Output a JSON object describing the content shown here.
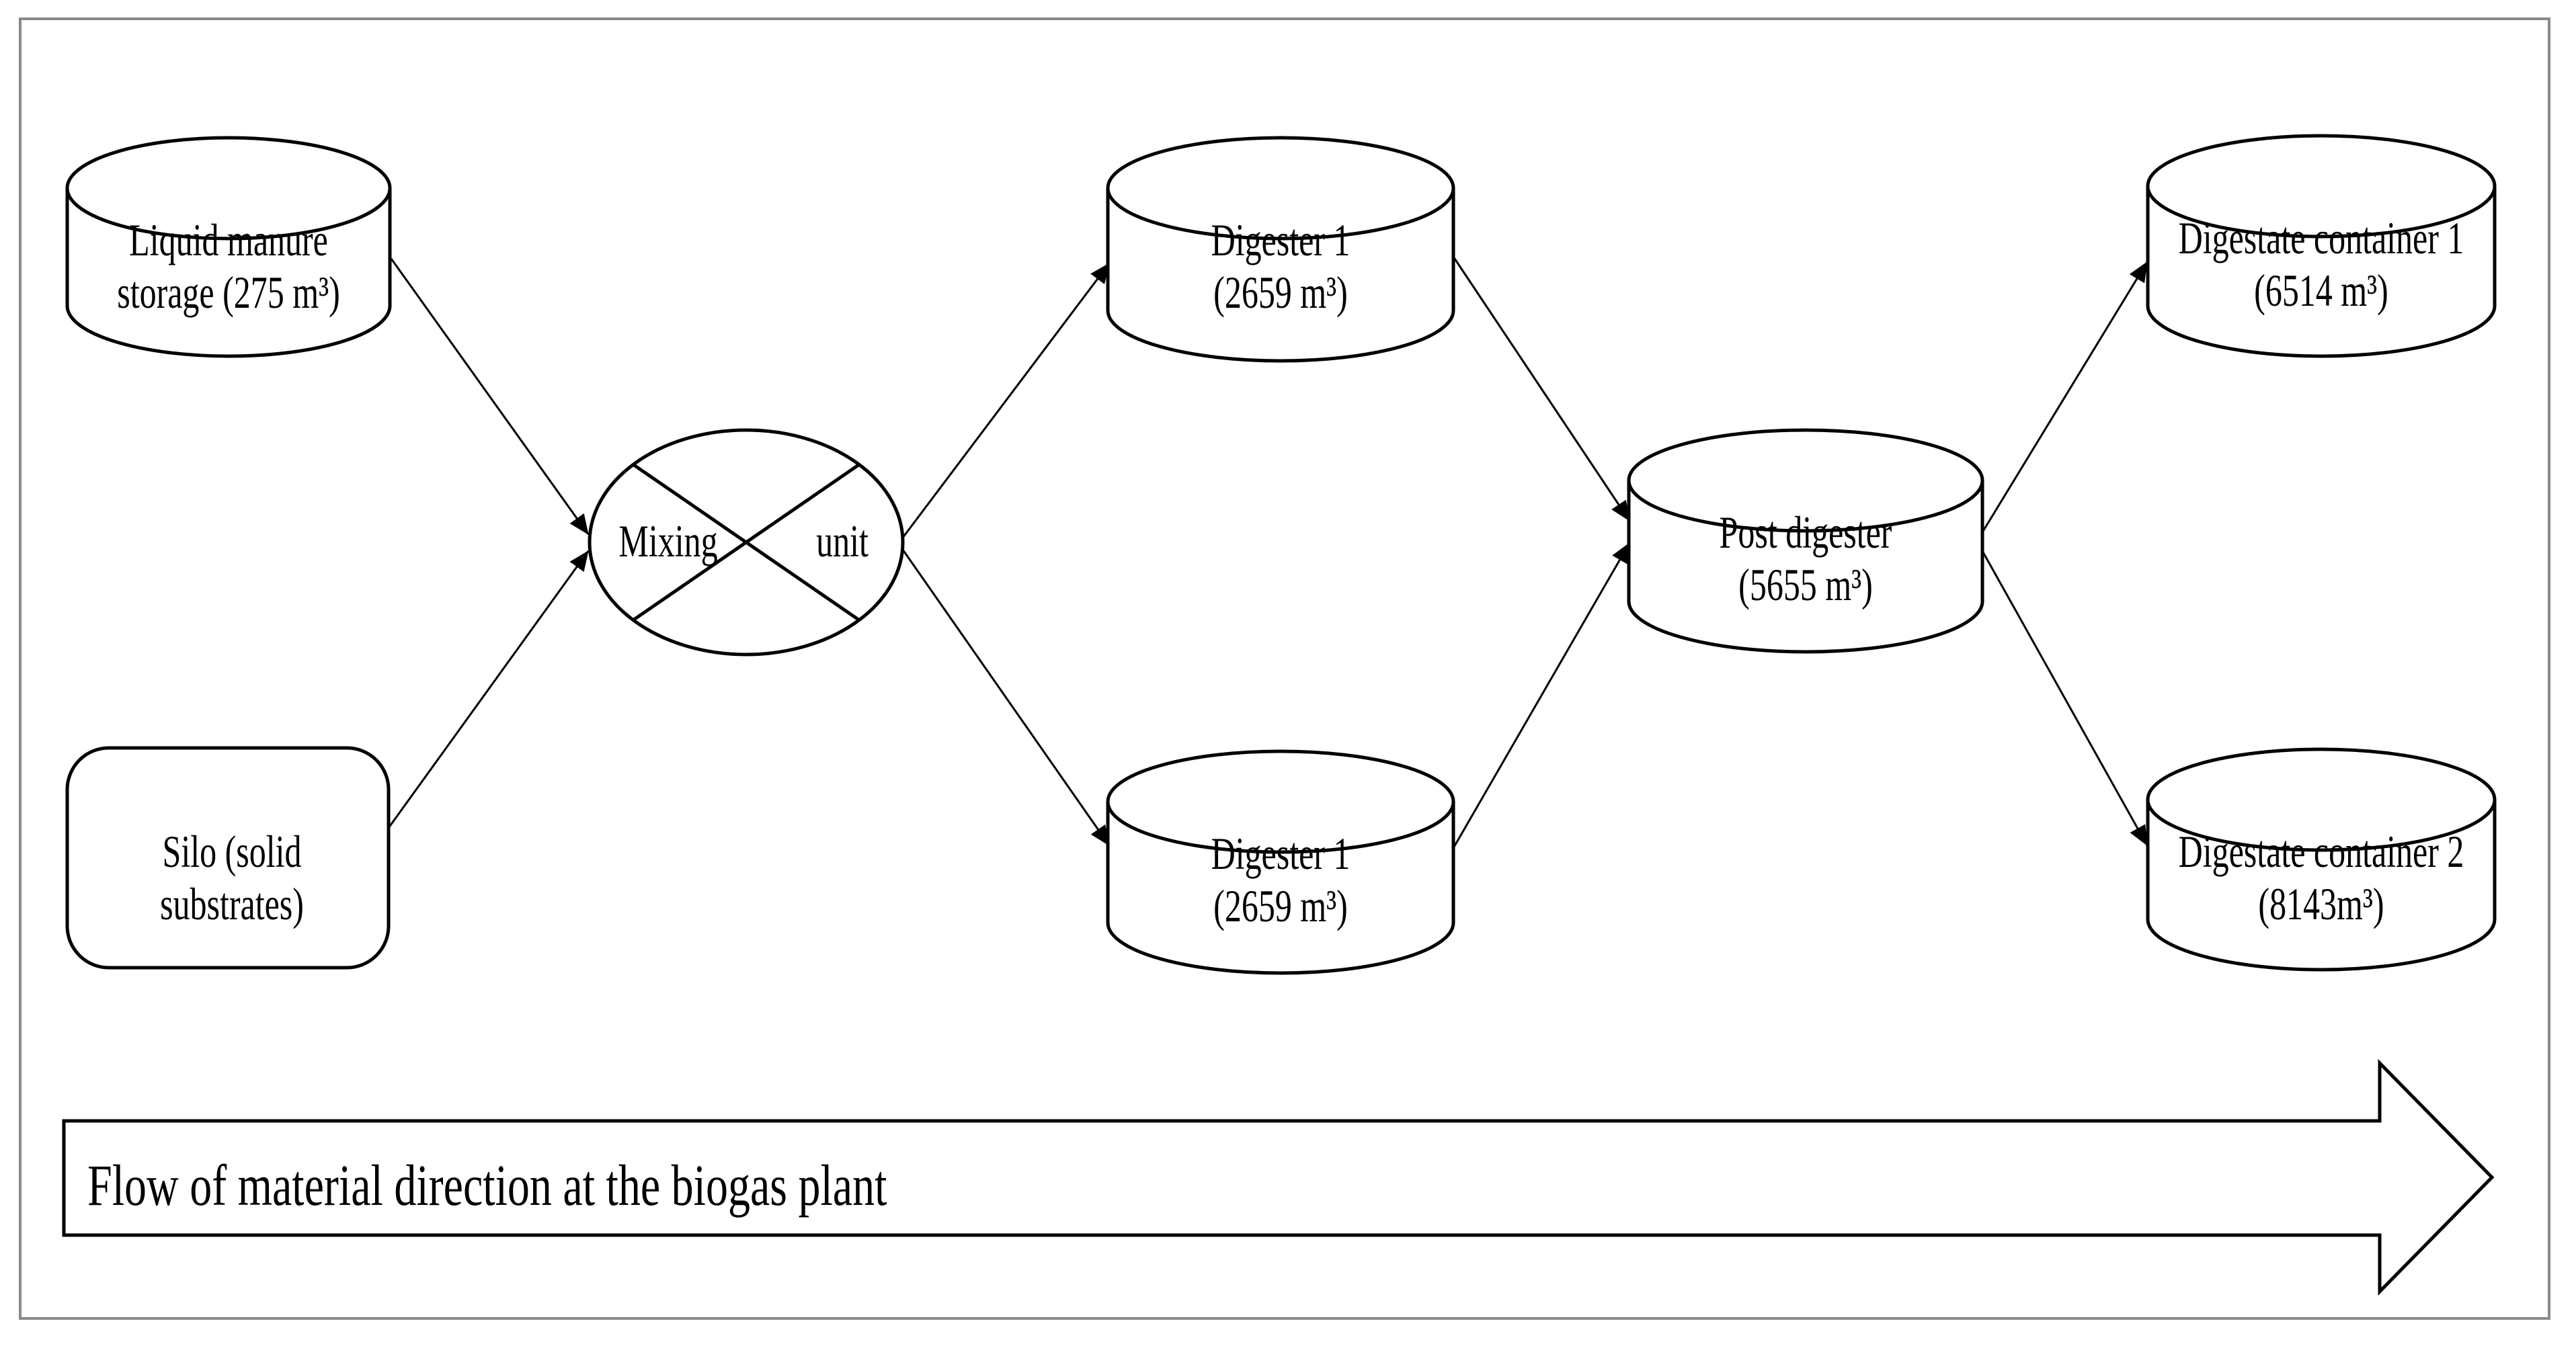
{
  "figure": {
    "background": "#ffffff",
    "stroke_color": "#000000",
    "border_color": "#8a8a8a"
  },
  "banner": {
    "label": "Flow of material direction at the biogas plant"
  },
  "nodes": [
    {
      "id": "liquid-manure-storage",
      "shape": "cylinder",
      "lines": [
        "Liquid manure",
        "storage (275 m³)"
      ]
    },
    {
      "id": "silo",
      "shape": "rounded-rect",
      "lines": [
        "Silo (solid",
        "substrates)"
      ]
    },
    {
      "id": "mixing-unit",
      "shape": "crossed-ellipse",
      "lines": [
        "Mixing",
        "unit"
      ]
    },
    {
      "id": "digester-1-top",
      "shape": "cylinder",
      "lines": [
        "Digester 1",
        "(2659 m³)"
      ]
    },
    {
      "id": "digester-1-bottom",
      "shape": "cylinder",
      "lines": [
        "Digester 1",
        "(2659 m³)"
      ]
    },
    {
      "id": "post-digester",
      "shape": "cylinder",
      "lines": [
        "Post digester",
        "(5655 m³)"
      ]
    },
    {
      "id": "digestate-container-1",
      "shape": "cylinder",
      "lines": [
        "Digestate container 1",
        "(6514 m³)"
      ]
    },
    {
      "id": "digestate-container-2",
      "shape": "cylinder",
      "lines": [
        "Digestate container 2",
        "(8143m³)"
      ]
    }
  ],
  "edges": [
    {
      "from": "liquid-manure-storage",
      "to": "mixing-unit"
    },
    {
      "from": "silo",
      "to": "mixing-unit"
    },
    {
      "from": "mixing-unit",
      "to": "digester-1-top"
    },
    {
      "from": "mixing-unit",
      "to": "digester-1-bottom"
    },
    {
      "from": "digester-1-top",
      "to": "post-digester"
    },
    {
      "from": "digester-1-bottom",
      "to": "post-digester"
    },
    {
      "from": "post-digester",
      "to": "digestate-container-1"
    },
    {
      "from": "post-digester",
      "to": "digestate-container-2"
    }
  ]
}
